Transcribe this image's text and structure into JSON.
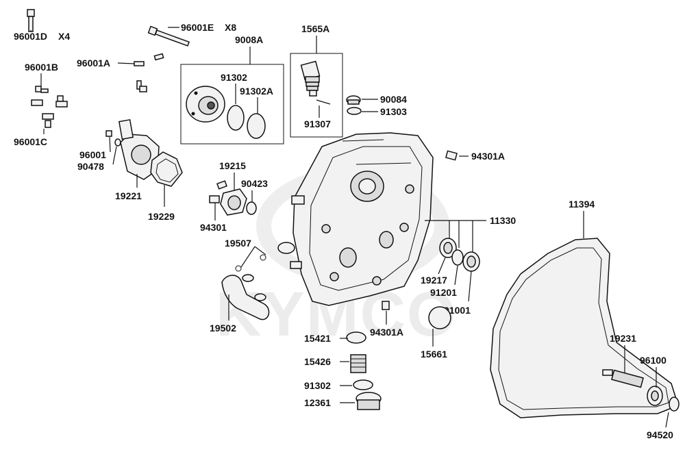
{
  "watermark": {
    "text": "KYMCO"
  },
  "labels": {
    "p96001D": "96001D",
    "p96001D_qty": "X4",
    "p96001E": "96001E",
    "p96001E_qty": "X8",
    "p9008A": "9008A",
    "p1565A": "1565A",
    "p96001A": "96001A",
    "p96001B": "96001B",
    "p96001C": "96001C",
    "p91302_top": "91302",
    "p91302A": "91302A",
    "p91307": "91307",
    "p90084": "90084",
    "p91303": "91303",
    "p96001": "96001",
    "p90478": "90478",
    "p19221": "19221",
    "p19229": "19229",
    "p19215": "19215",
    "p90423": "90423",
    "p94301": "94301",
    "p94301A_top": "94301A",
    "p11330": "11330",
    "p11394": "11394",
    "p19507": "19507",
    "p19217": "19217",
    "p91201": "91201",
    "p91001": "91001",
    "p19502": "19502",
    "p94301A_bot": "94301A",
    "p15421": "15421",
    "p15426": "15426",
    "p91302_bot": "91302",
    "p12361": "12361",
    "p15661": "15661",
    "p19231": "19231",
    "p96100": "96100",
    "p94520": "94520"
  }
}
